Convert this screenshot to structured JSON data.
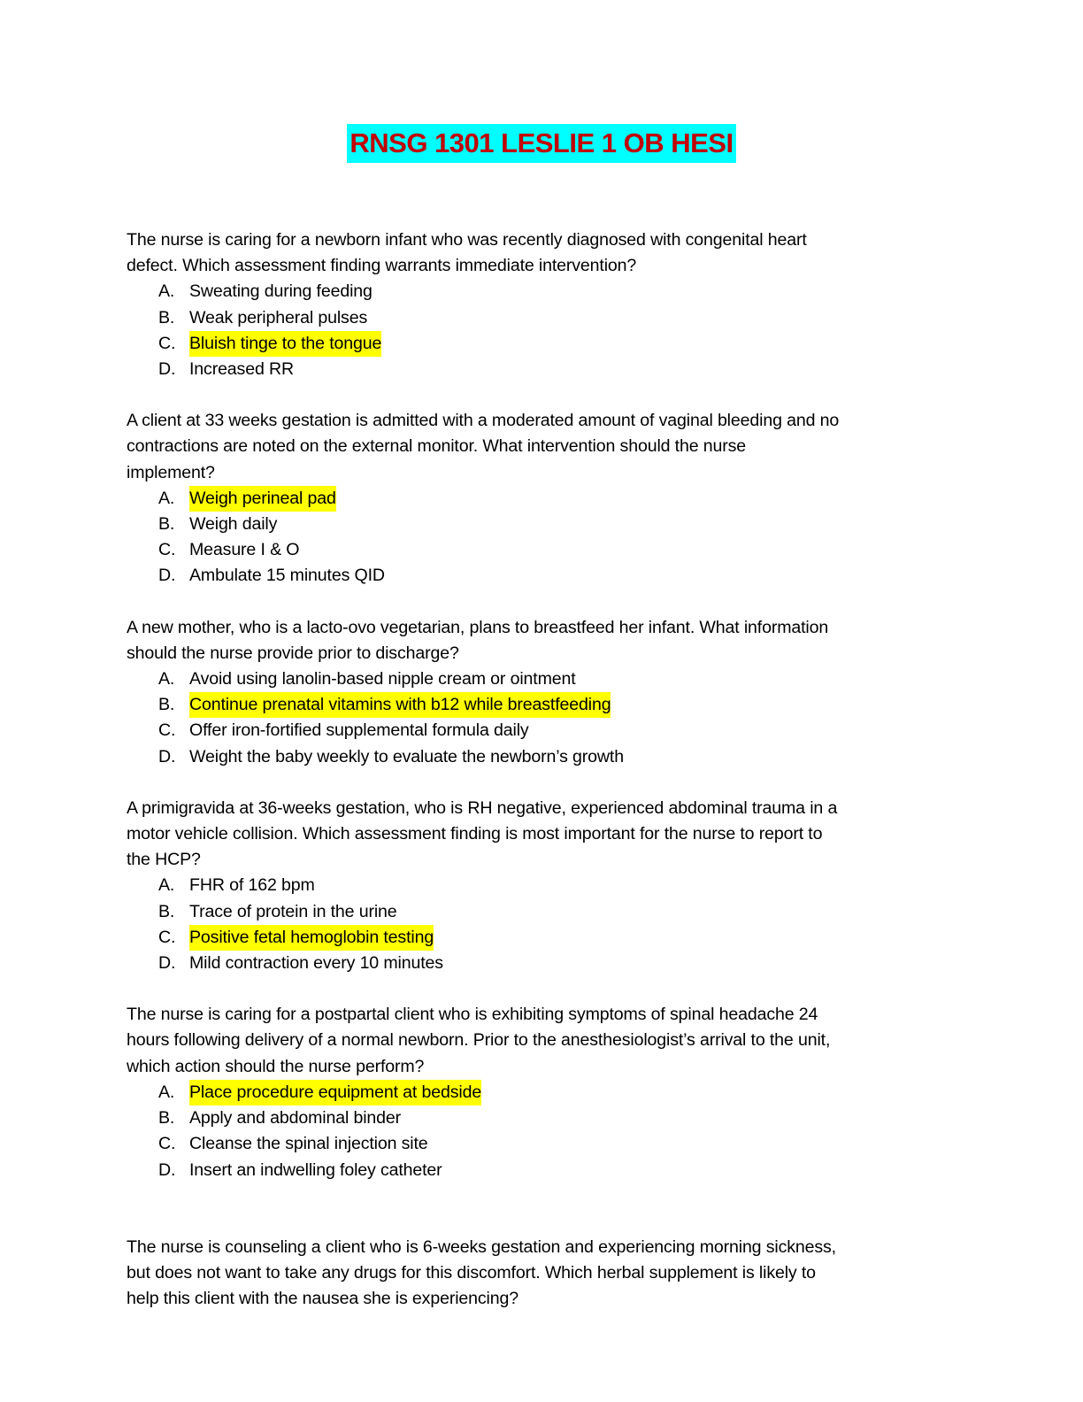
{
  "title": "RNSG 1301 LESLIE 1 OB HESI",
  "colors": {
    "title_bg": "#00ffff",
    "title_text": "#c00000",
    "highlight": "#ffff00"
  },
  "questions": [
    {
      "stem": "The nurse is caring for a newborn infant who was recently diagnosed with congenital heart\ndefect. Which assessment finding warrants immediate intervention?",
      "options": [
        {
          "letter": "A.",
          "text": "Sweating during feeding",
          "highlighted": false
        },
        {
          "letter": "B.",
          "text": "Weak peripheral pulses",
          "highlighted": false
        },
        {
          "letter": "C.",
          "text": "Bluish tinge to the tongue",
          "highlighted": true
        },
        {
          "letter": "D.",
          "text": "Increased RR",
          "highlighted": false
        }
      ]
    },
    {
      "stem": "A client at 33 weeks gestation is admitted with a moderated amount of vaginal bleeding and no\ncontractions are noted on the external monitor. What intervention should the nurse\nimplement?",
      "options": [
        {
          "letter": "A.",
          "text": "Weigh perineal pad",
          "highlighted": true
        },
        {
          "letter": "B.",
          "text": "Weigh daily",
          "highlighted": false
        },
        {
          "letter": "C.",
          "text": "Measure I & O",
          "highlighted": false
        },
        {
          "letter": "D.",
          "text": "Ambulate 15 minutes QID",
          "highlighted": false
        }
      ]
    },
    {
      "stem": "A new mother, who is a lacto-ovo vegetarian, plans to breastfeed her infant. What information\nshould the nurse provide prior to discharge?",
      "options": [
        {
          "letter": "A.",
          "text": "Avoid using lanolin-based nipple cream or ointment",
          "highlighted": false
        },
        {
          "letter": "B.",
          "text": "Continue prenatal vitamins with b12 while breastfeeding",
          "highlighted": true
        },
        {
          "letter": "C.",
          "text": "Offer iron-fortified supplemental formula daily",
          "highlighted": false
        },
        {
          "letter": "D.",
          "text": "Weight the baby weekly to evaluate the newborn’s growth",
          "highlighted": false
        }
      ]
    },
    {
      "stem": "A primigravida at 36-weeks gestation, who is RH negative, experienced abdominal trauma in a\nmotor vehicle collision. Which assessment finding is most important for the nurse to report to\nthe HCP?",
      "options": [
        {
          "letter": "A.",
          "text": "FHR of 162 bpm",
          "highlighted": false
        },
        {
          "letter": "B.",
          "text": "Trace of protein in the urine",
          "highlighted": false
        },
        {
          "letter": "C.",
          "text": "Positive fetal hemoglobin testing",
          "highlighted": true
        },
        {
          "letter": "D.",
          "text": "Mild contraction every 10 minutes",
          "highlighted": false
        }
      ]
    },
    {
      "stem": "The nurse is caring for a postpartal client who is exhibiting symptoms of spinal headache 24\nhours following delivery of a normal newborn. Prior to the anesthesiologist’s arrival to the unit,\nwhich action should the nurse perform?",
      "options": [
        {
          "letter": "A.",
          "text": "Place procedure equipment at bedside",
          "highlighted": true
        },
        {
          "letter": "B.",
          "text": "Apply and abdominal binder",
          "highlighted": false
        },
        {
          "letter": "C.",
          "text": "Cleanse the spinal injection site",
          "highlighted": false
        },
        {
          "letter": "D.",
          "text": "Insert an indwelling foley catheter",
          "highlighted": false
        }
      ]
    },
    {
      "stem": "The nurse is counseling a client who is 6-weeks gestation and experiencing morning sickness,\nbut does not want to take any drugs for this discomfort. Which herbal supplement is likely to\nhelp this client with the nausea she is experiencing?",
      "options": []
    }
  ]
}
